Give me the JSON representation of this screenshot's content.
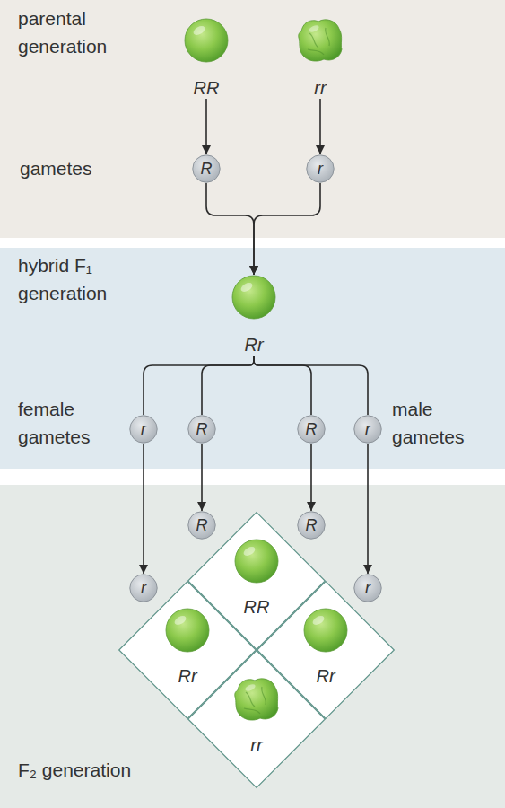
{
  "diagram": {
    "nodes": [
      {
        "text": [
          "parental generation",
          "gametes"
        ]
      },
      {
        "text": [
          "RR"
        ],
        "in": 0
      },
      {
        "text": [
          "rr"
        ],
        "in": 0
      },
      {
        "text": [
          "R"
        ],
        "in": 0
      },
      {
        "text": [
          "r"
        ],
        "in": 0
      },
      {
        "text": [
          "hybrid F₁ generation",
          "female gametes",
          "male gametes"
        ]
      },
      {
        "text": [
          "Rr"
        ],
        "in": 5
      },
      {
        "text": [
          "r"
        ],
        "in": 5
      },
      {
        "text": [
          "R"
        ],
        "in": 5
      },
      {
        "text": [
          "R"
        ],
        "in": 5
      },
      {
        "text": [
          "r"
        ],
        "in": 5
      },
      {
        "text": [
          "F₂ generation"
        ]
      },
      {
        "text": [
          "R"
        ],
        "in": 11
      },
      {
        "text": [
          "R"
        ],
        "in": 11
      },
      {
        "text": [
          "r"
        ],
        "in": 11
      },
      {
        "text": [
          "r"
        ],
        "in": 11
      },
      {
        "text": [
          "RR"
        ],
        "in": 11
      },
      {
        "text": [
          "Rr"
        ],
        "in": 11
      },
      {
        "text": [
          "Rr"
        ],
        "in": 11
      },
      {
        "text": [
          "rr"
        ],
        "in": 11
      }
    ],
    "edges": [
      {
        "from": 1,
        "to": 3,
        "arrow": "to"
      },
      {
        "from": 2,
        "to": 4,
        "arrow": "to"
      },
      {
        "from": 3,
        "to": 6,
        "arrow": "to"
      },
      {
        "from": 4,
        "to": 6,
        "arrow": "to"
      },
      {
        "from": 6,
        "to": 7,
        "arrow": "none"
      },
      {
        "from": 6,
        "to": 8,
        "arrow": "none"
      },
      {
        "from": 6,
        "to": 9,
        "arrow": "none"
      },
      {
        "from": 6,
        "to": 10,
        "arrow": "none"
      },
      {
        "from": 7,
        "to": 14,
        "arrow": "to"
      },
      {
        "from": 8,
        "to": 12,
        "arrow": "to"
      },
      {
        "from": 9,
        "to": 13,
        "arrow": "to"
      },
      {
        "from": 10,
        "to": 15,
        "arrow": "to"
      }
    ]
  }
}
